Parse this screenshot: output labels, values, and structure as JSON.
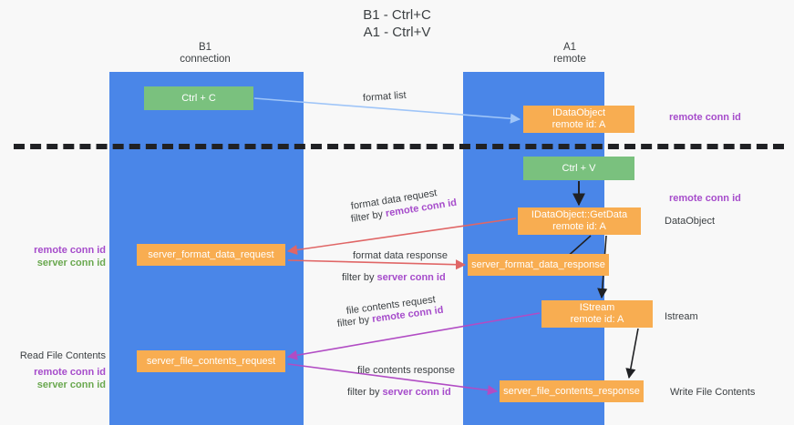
{
  "title": {
    "line1": "B1 - Ctrl+C",
    "line2": "A1 - Ctrl+V"
  },
  "lanes": [
    {
      "id": "b1",
      "line1": "B1",
      "line2": "connection",
      "color": "#4a86e8"
    },
    {
      "id": "a1",
      "line1": "A1",
      "line2": "remote",
      "color": "#4a86e8"
    }
  ],
  "nodes": {
    "ctrl_c": {
      "label": "Ctrl + C",
      "color": "#7ac17e"
    },
    "idataobject": {
      "label": "IDataObject",
      "sub": "remote id: A",
      "color": "#f8ad51"
    },
    "ctrl_v": {
      "label": "Ctrl + V",
      "color": "#7ac17e"
    },
    "getdata": {
      "label": "IDataObject::GetData",
      "sub": "remote id: A",
      "color": "#f8ad51"
    },
    "server_format_data_request": {
      "label": "server_format_data_request",
      "color": "#f8ad51"
    },
    "server_format_data_response": {
      "label": "server_format_data_response",
      "color": "#f8ad51"
    },
    "istream": {
      "label": "IStream",
      "sub": "remote id: A",
      "color": "#f8ad51"
    },
    "server_file_contents_request": {
      "label": "server_file_contents_request",
      "color": "#f8ad51"
    },
    "server_file_contents_response": {
      "label": "server_file_contents_response",
      "color": "#f8ad51"
    }
  },
  "edges": {
    "format_list": {
      "caption": "format list",
      "color": "#9fc5f8"
    },
    "format_data_request": {
      "caption": "format data request",
      "filter_prefix": "filter by ",
      "filter_key": "remote conn id",
      "color": "#e06666"
    },
    "format_data_response": {
      "caption": "format data response",
      "filter_prefix": "filter by ",
      "filter_key": "server conn id",
      "color": "#e06666"
    },
    "file_contents_request": {
      "caption": "file contents request",
      "filter_prefix": "filter by ",
      "filter_key": "remote conn id",
      "color": "#b14cc4"
    },
    "file_contents_response": {
      "caption": "file contents response",
      "filter_prefix": "filter by ",
      "filter_key": "server conn id",
      "color": "#b14cc4"
    }
  },
  "annotations": {
    "right": {
      "remote_conn_id_top": "remote conn id",
      "remote_conn_id_mid": "remote conn id",
      "dataobject": "DataObject",
      "istream": "Istream",
      "write_file_contents": "Write File Contents"
    },
    "left": {
      "remote_conn_id_1": "remote conn id",
      "server_conn_id_1": "server conn id",
      "read_file_contents": "Read File Contents",
      "remote_conn_id_2": "remote conn id",
      "server_conn_id_2": "server conn id"
    }
  },
  "colors": {
    "lane": "#4a86e8",
    "node_green": "#7ac17e",
    "node_orange": "#f8ad51",
    "key_purple": "#a64ccb",
    "key_green": "#6aa84f",
    "arrow_red": "#e06666",
    "arrow_purple": "#b14cc4",
    "arrow_blue": "#9fc5f8",
    "arrow_black": "#202124",
    "background": "#f8f8f8"
  }
}
